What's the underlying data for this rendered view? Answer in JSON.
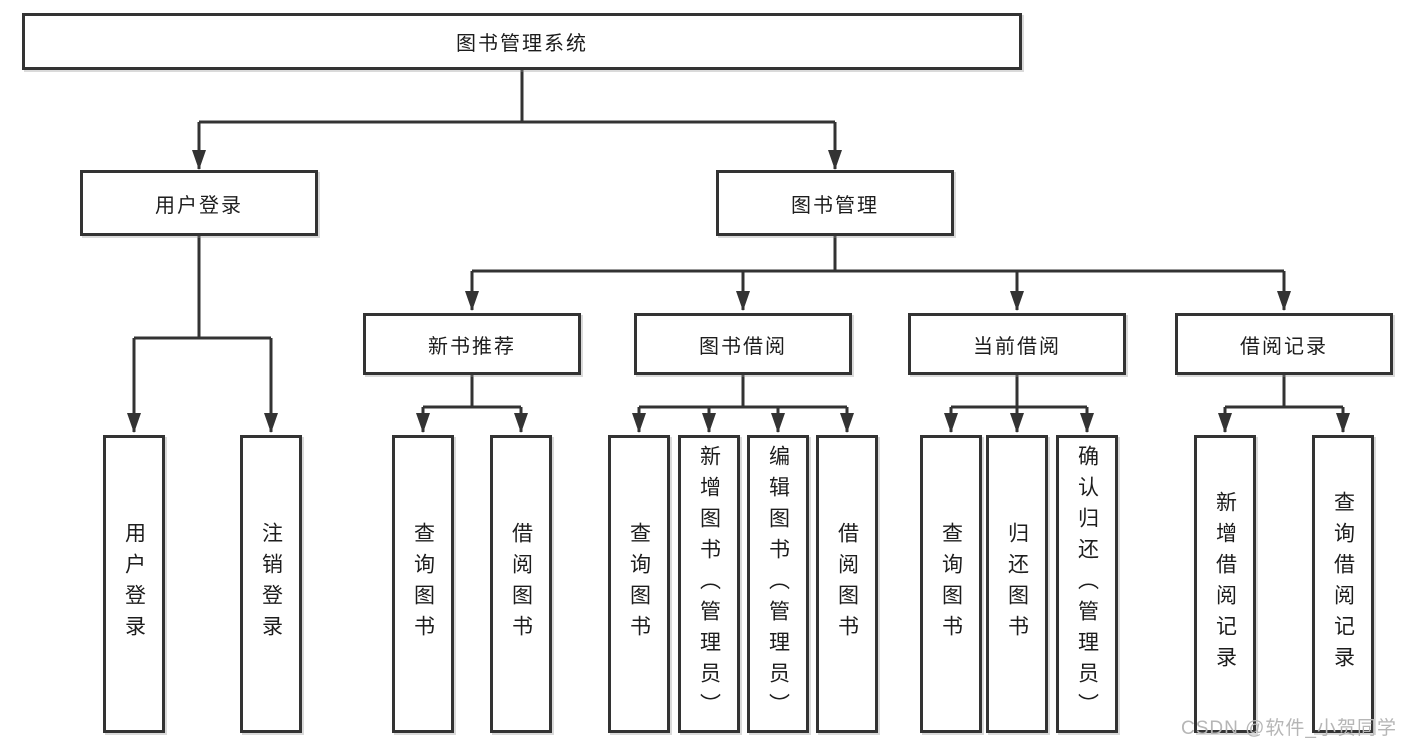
{
  "diagram": {
    "root": {
      "label": "图书管理系统"
    },
    "level1": [
      {
        "label": "用户登录",
        "children": [
          {
            "label": "用户登录"
          },
          {
            "label": "注销登录"
          }
        ]
      },
      {
        "label": "图书管理",
        "children": [
          {
            "label": "新书推荐",
            "children": [
              {
                "label": "查询图书"
              },
              {
                "label": "借阅图书"
              }
            ]
          },
          {
            "label": "图书借阅",
            "children": [
              {
                "label": "查询图书"
              },
              {
                "label": "新增图书（管理员）"
              },
              {
                "label": "编辑图书（管理员）"
              },
              {
                "label": "借阅图书"
              }
            ]
          },
          {
            "label": "当前借阅",
            "children": [
              {
                "label": "查询图书"
              },
              {
                "label": "归还图书"
              },
              {
                "label": "确认归还（管理员）"
              }
            ]
          },
          {
            "label": "借阅记录",
            "children": [
              {
                "label": "新增借阅记录"
              },
              {
                "label": "查询借阅记录"
              }
            ]
          }
        ]
      }
    ]
  },
  "watermark": {
    "text": "CSDN @软件_小贺同学"
  },
  "colors": {
    "line": "#333333",
    "text": "#1d1d1d",
    "watermark": "#b6b6b6",
    "background": "#ffffff"
  }
}
